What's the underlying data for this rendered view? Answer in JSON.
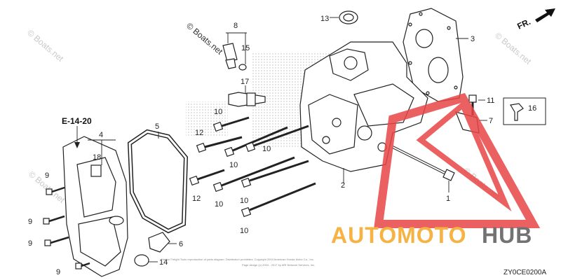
{
  "part_labels": {
    "p1": "1",
    "p2": "2",
    "p3": "3",
    "p4": "4",
    "p5": "5",
    "p6": "6",
    "p7": "7",
    "p8": "8",
    "p9": "9",
    "p10": "10",
    "p11": "11",
    "p12": "12",
    "p13": "13",
    "p14": "14",
    "p15": "15",
    "p16": "16",
    "p17": "17",
    "p18": "18"
  },
  "reference": "E-14-20",
  "direction": "FR.",
  "diagram_code": "ZY0CE0200A",
  "watermark": "© Boats.net",
  "footer_lines": [
    "Harbor Freight Tools reproduction of parts diagram. Distribution prohibited. Copyright 2004 American Honda Motor Co., Inc.",
    "Page design (c) 2004 - 2017 by ARI Network Services, Inc."
  ],
  "brand": {
    "part1": "AUTOMOTO",
    "part2": "HUB",
    "color1": "#f5a623",
    "color2": "#5a5a5a",
    "mark_color": "#e84545"
  }
}
